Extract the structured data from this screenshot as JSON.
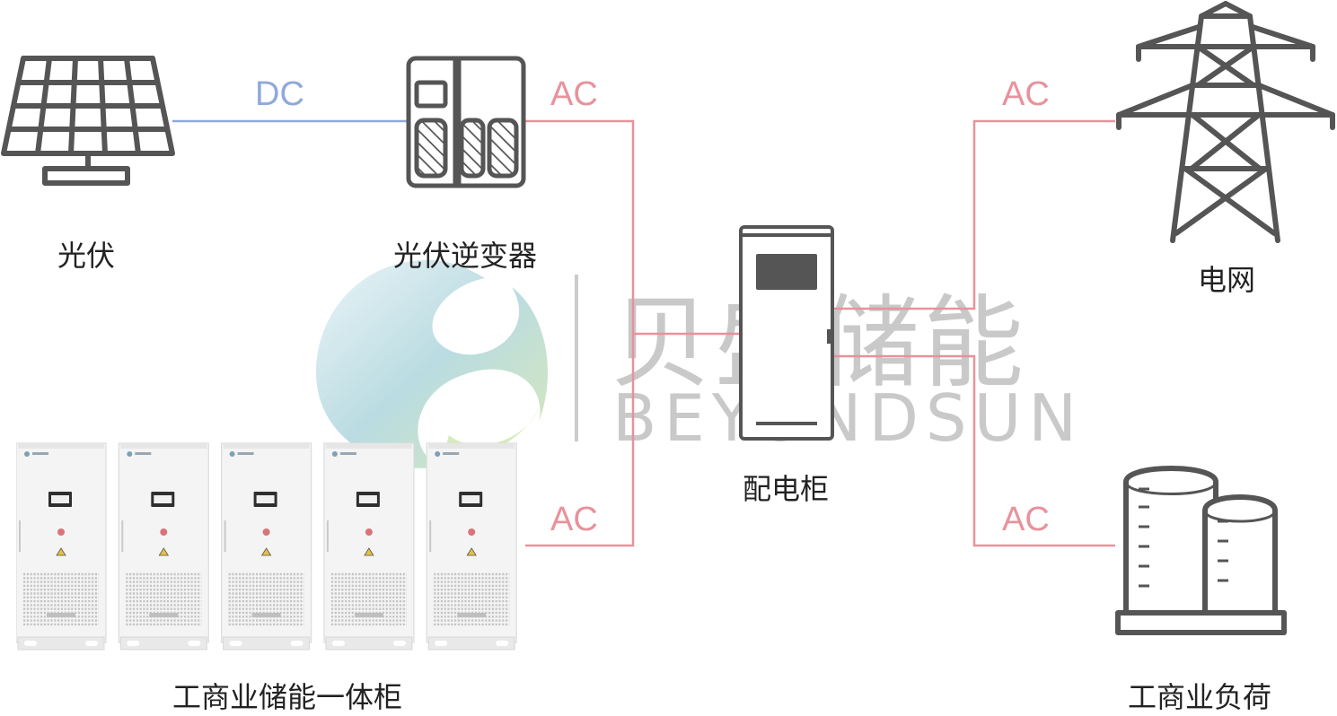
{
  "colors": {
    "ac_line": "#e8929b",
    "dc_line": "#8fa9db",
    "icon_stroke": "#555555",
    "watermark": "#c9c9c9"
  },
  "labels": {
    "pv": "光伏",
    "inverter": "光伏逆变器",
    "grid": "电网",
    "distribution_cabinet": "配电柜",
    "storage_cabinet": "工商业储能一体柜",
    "load": "工商业负荷"
  },
  "connections": {
    "pv_inverter": "DC",
    "inverter_cabinet": "AC",
    "storage_cabinet": "AC",
    "grid_cabinet": "AC",
    "load_cabinet": "AC"
  },
  "watermark": {
    "cn": "贝盛储能",
    "en": "BEYONDSUN"
  },
  "icons": {
    "pv": "solar-panel-icon",
    "inverter": "inverter-icon",
    "cabinet": "distribution-cabinet-icon",
    "grid": "power-tower-icon",
    "load": "storage-tanks-icon",
    "storage": "battery-cabinet-icon"
  }
}
